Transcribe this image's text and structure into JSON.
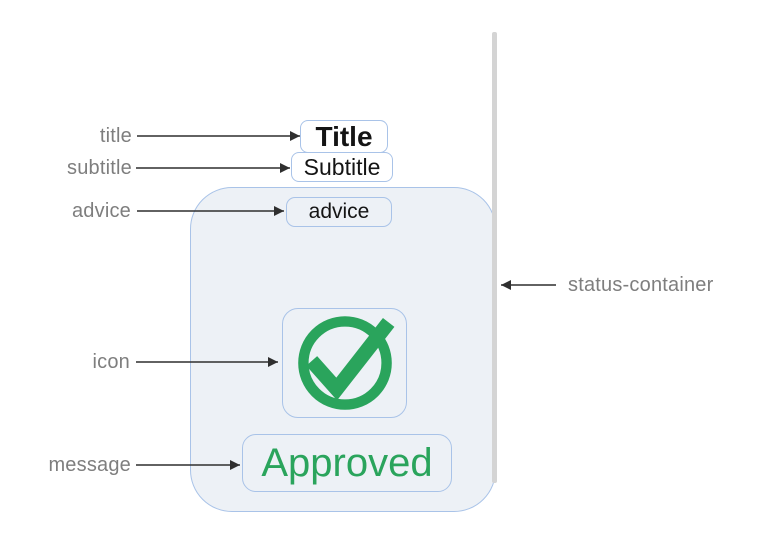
{
  "widget": {
    "title": "Title",
    "subtitle": "Subtitle",
    "advice": "advice",
    "message": "Approved",
    "icon": "check-circle-icon"
  },
  "labels": {
    "title": "title",
    "subtitle": "subtitle",
    "advice": "advice",
    "icon": "icon",
    "message": "message",
    "status_container": "status-container"
  },
  "colors": {
    "accent_border_blue": "#a9c3e8",
    "container_fill": "#edf1f6",
    "success_green": "#2aa45c",
    "label_gray": "#7e7e7e",
    "vertical_line_gray": "#d4d4d4",
    "arrow_black": "#2f2f2f",
    "text_black": "#141414"
  }
}
